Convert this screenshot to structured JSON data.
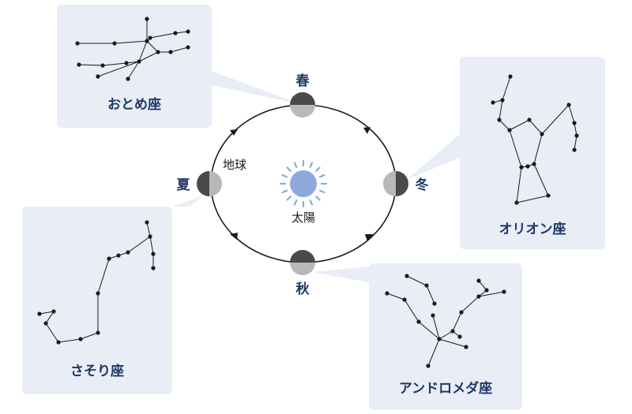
{
  "center": {
    "sun_label": "太陽",
    "earth_label": "地球"
  },
  "seasons": {
    "spring": "春",
    "summer": "夏",
    "autumn": "秋",
    "winter": "冬"
  },
  "constellations": {
    "virgo": "おとめ座",
    "orion": "オリオン座",
    "scorpius": "さそり座",
    "andromeda": "アンドロメダ座"
  },
  "colors": {
    "panel": "#e8edf6",
    "label": "#1f3864",
    "sun": "#8eaadb",
    "earth_light": "#b8b8b8",
    "earth_dark": "#4a4a4a"
  }
}
